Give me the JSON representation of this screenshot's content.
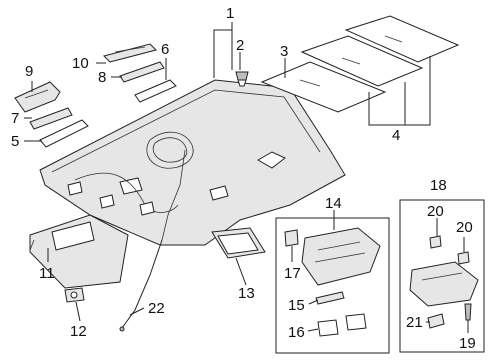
{
  "diagram": {
    "callouts": {
      "c1": "1",
      "c2": "2",
      "c3": "3",
      "c4": "4",
      "c5": "5",
      "c6": "6",
      "c7": "7",
      "c8": "8",
      "c9": "9",
      "c10": "10",
      "c11": "11",
      "c12": "12",
      "c13": "13",
      "c14": "14",
      "c15": "15",
      "c16": "16",
      "c17": "17",
      "c18": "18",
      "c19": "19",
      "c20a": "20",
      "c20b": "20",
      "c21": "21",
      "c22": "22"
    }
  }
}
